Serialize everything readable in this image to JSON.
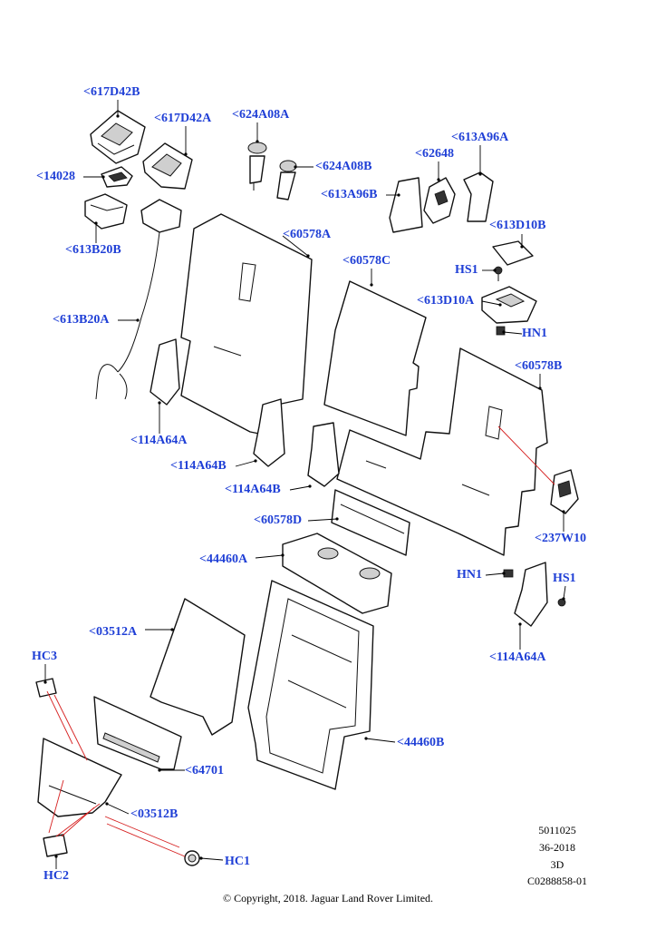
{
  "labels": {
    "l617D42B": "<617D42B",
    "l617D42A": "<617D42A",
    "l624A08A": "<624A08A",
    "l624A08B": "<624A08B",
    "l62648": "<62648",
    "l613A96A": "<613A96A",
    "l613A96B": "<613A96B",
    "l14028": "<14028",
    "l613B20B": "<613B20B",
    "l60578A": "<60578A",
    "l60578C": "<60578C",
    "l613D10B": "<613D10B",
    "lHS1a": "HS1",
    "l613D10A": "<613D10A",
    "lHN1a": "HN1",
    "l613B20A": "<613B20A",
    "l60578B": "<60578B",
    "l114A64A1": "<114A64A",
    "l114A64B1": "<114A64B",
    "l114A64B2": "<114A64B",
    "l237W10": "<237W10",
    "l60578D": "<60578D",
    "l44460A": "<44460A",
    "lHN1b": "HN1",
    "lHS1b": "HS1",
    "l03512A": "<03512A",
    "l114A64A2": "<114A64A",
    "lHC3": "HC3",
    "l44460B": "<44460B",
    "l64701": "<64701",
    "l03512B": "<03512B",
    "lHC1": "HC1",
    "lHC2": "HC2"
  },
  "reference": {
    "line1": "5011025",
    "line2": "36-2018",
    "line3": "3D",
    "line4": "C0288858-01"
  },
  "copyright": "© Copyright, 2018. Jaguar Land Rover Limited.",
  "colors": {
    "label": "#1f3fd6",
    "leader": "#000000",
    "highlight_leader": "#d62020"
  }
}
